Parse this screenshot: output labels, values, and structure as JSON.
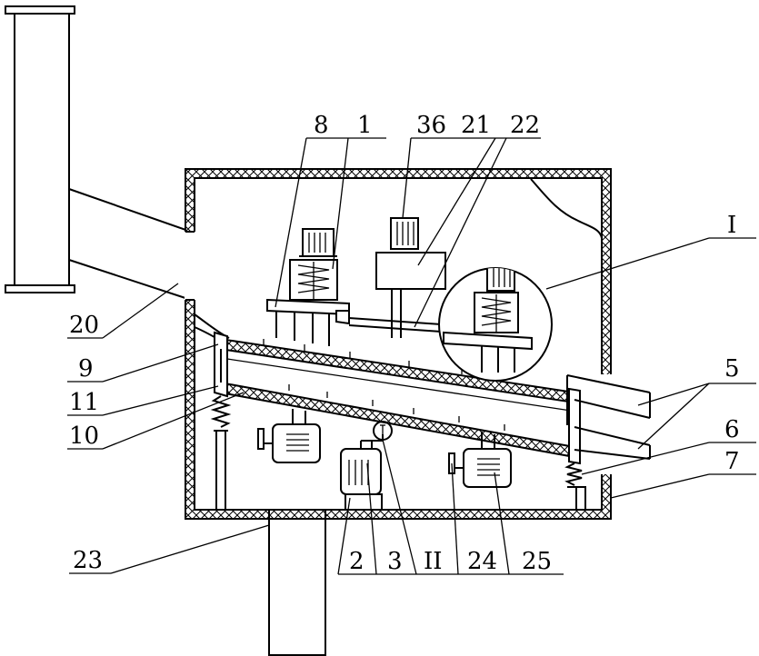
{
  "labels": {
    "l1": "1",
    "l2": "2",
    "l3": "3",
    "l5": "5",
    "l6": "6",
    "l7": "7",
    "l8": "8",
    "l9": "9",
    "l10": "10",
    "l11": "11",
    "l20": "20",
    "l21": "21",
    "l22": "22",
    "l23": "23",
    "l24": "24",
    "l25": "25",
    "l36": "36",
    "lI": "I",
    "lII": "II"
  }
}
